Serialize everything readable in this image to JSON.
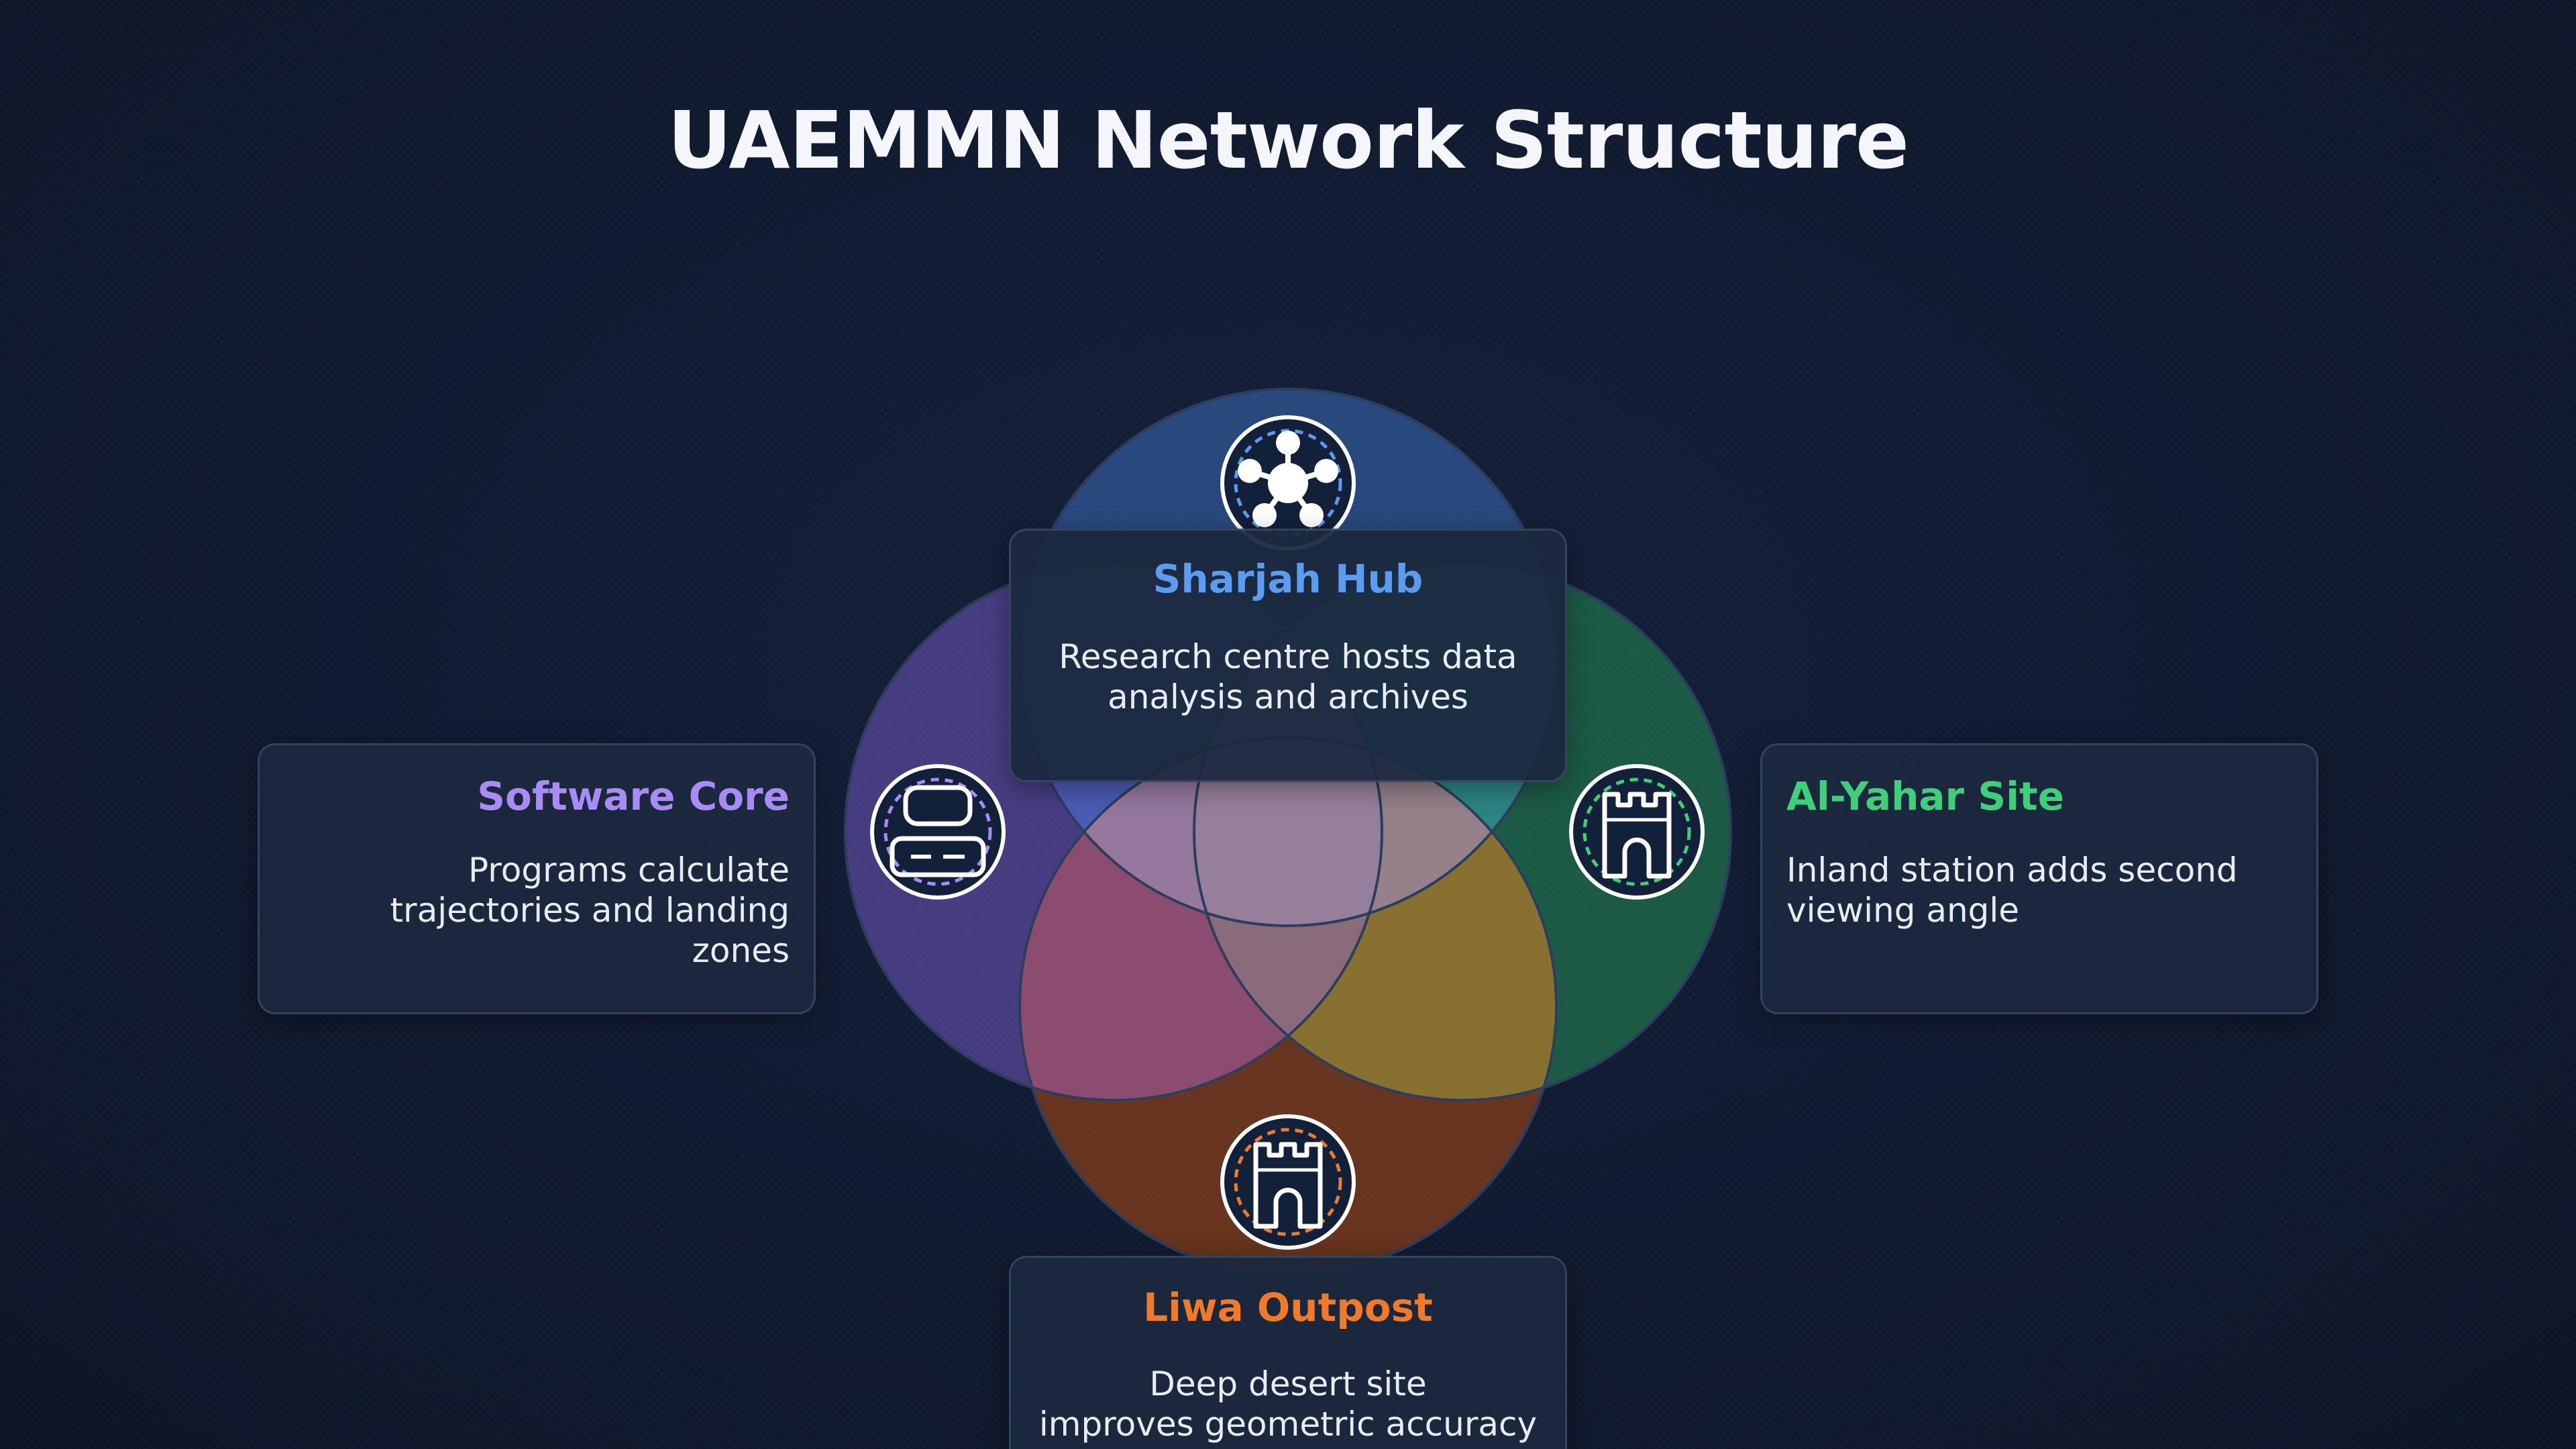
{
  "title": "UAEMMN Network Structure",
  "colors": {
    "background": "#0f1a30",
    "sharjah": "#5b9cf0",
    "software": "#a98bf5",
    "alyahar": "#3fcf7a",
    "liwa": "#f07a2a"
  },
  "nodes": [
    {
      "id": "sharjah",
      "title": "Sharjah Hub",
      "description": "Research centre hosts data\nanalysis and archives",
      "icon": "network-hub-icon",
      "color": "#5b9cf0"
    },
    {
      "id": "software",
      "title": "Software Core",
      "description": "Programs calculate \ntrajectories and landing zones",
      "icon": "server-icon",
      "color": "#a98bf5"
    },
    {
      "id": "alyahar",
      "title": "Al-Yahar Site",
      "description": "Inland station adds second\nviewing angle",
      "icon": "castle-tower-icon",
      "color": "#3fcf7a"
    },
    {
      "id": "liwa",
      "title": "Liwa Outpost",
      "description": "Deep desert site\nimproves geometric accuracy",
      "icon": "castle-tower-icon",
      "color": "#f07a2a"
    }
  ]
}
